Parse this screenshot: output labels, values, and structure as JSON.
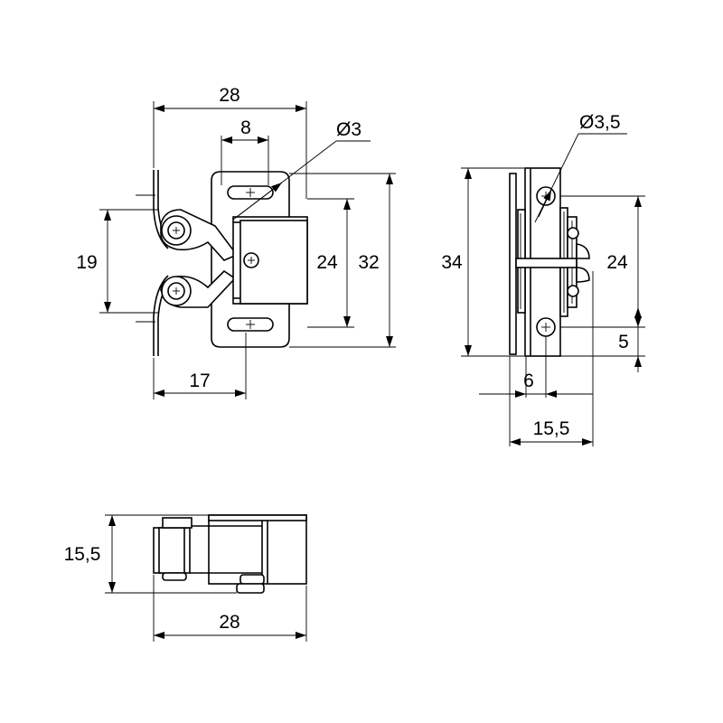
{
  "front_view": {
    "width_overall": "28",
    "slot_length": "8",
    "hole_diameter": "Ø3",
    "roller_pitch": "19",
    "body_height": "24",
    "plate_height": "32",
    "roller_reach": "17"
  },
  "side_view": {
    "height_overall": "34",
    "hole_diameter": "Ø3,5",
    "hole_pitch": "24",
    "hole_edge_offset": "5",
    "plate_depth": "6",
    "depth_overall": "15,5"
  },
  "bottom_view": {
    "depth": "15,5",
    "width": "28"
  }
}
